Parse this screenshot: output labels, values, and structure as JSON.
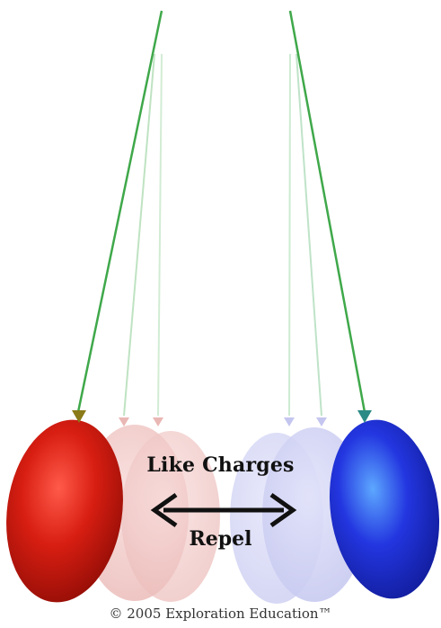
{
  "labels": {
    "top": "Like Charges",
    "bottom": "Repel",
    "copyright": "© 2005 Exploration Education™"
  },
  "colors": {
    "left_balloon": "#c8190d",
    "right_balloon": "#1f2fd8",
    "string": "#3fa84a",
    "arrow": "#111111",
    "ghost_left": "#f2c9c7",
    "ghost_right": "#d2d3f3"
  }
}
